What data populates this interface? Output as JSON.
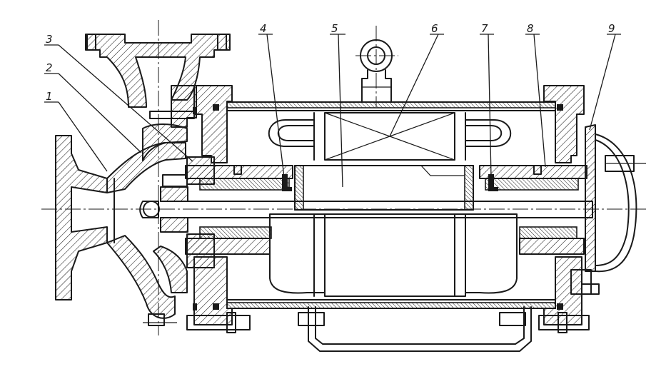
{
  "figure": {
    "callouts": [
      "1",
      "2",
      "3",
      "4",
      "5",
      "6",
      "7",
      "8",
      "9"
    ]
  }
}
